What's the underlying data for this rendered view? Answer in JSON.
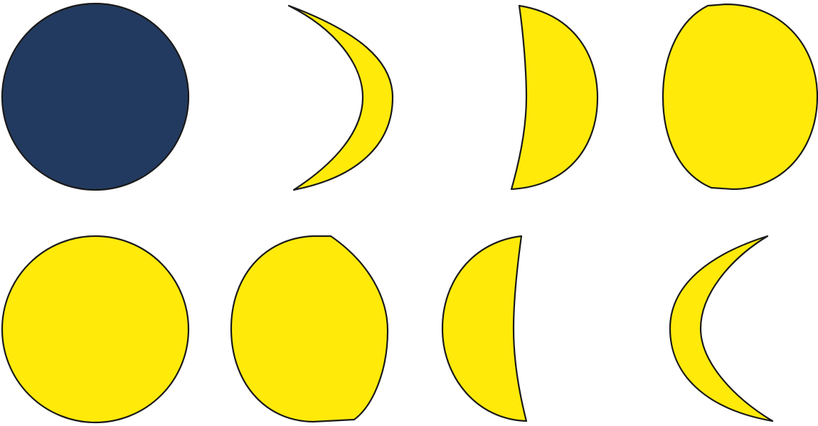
{
  "colors": {
    "background": "#ffffff",
    "new_moon_fill": "#233a60",
    "lit_fill": "#ffea0a",
    "outline": "#1a1a1a"
  },
  "phases": [
    {
      "name": "new-moon",
      "icon": "new-moon-icon",
      "shading": "dark"
    },
    {
      "name": "waxing-crescent",
      "icon": "waxing-crescent-icon",
      "shading": "lit"
    },
    {
      "name": "first-quarter",
      "icon": "first-quarter-icon",
      "shading": "lit"
    },
    {
      "name": "waxing-gibbous",
      "icon": "waxing-gibbous-icon",
      "shading": "lit"
    },
    {
      "name": "full-moon",
      "icon": "full-moon-icon",
      "shading": "lit"
    },
    {
      "name": "waning-gibbous",
      "icon": "waning-gibbous-icon",
      "shading": "lit"
    },
    {
      "name": "last-quarter",
      "icon": "last-quarter-icon",
      "shading": "lit"
    },
    {
      "name": "waning-crescent",
      "icon": "waning-crescent-icon",
      "shading": "lit"
    }
  ]
}
